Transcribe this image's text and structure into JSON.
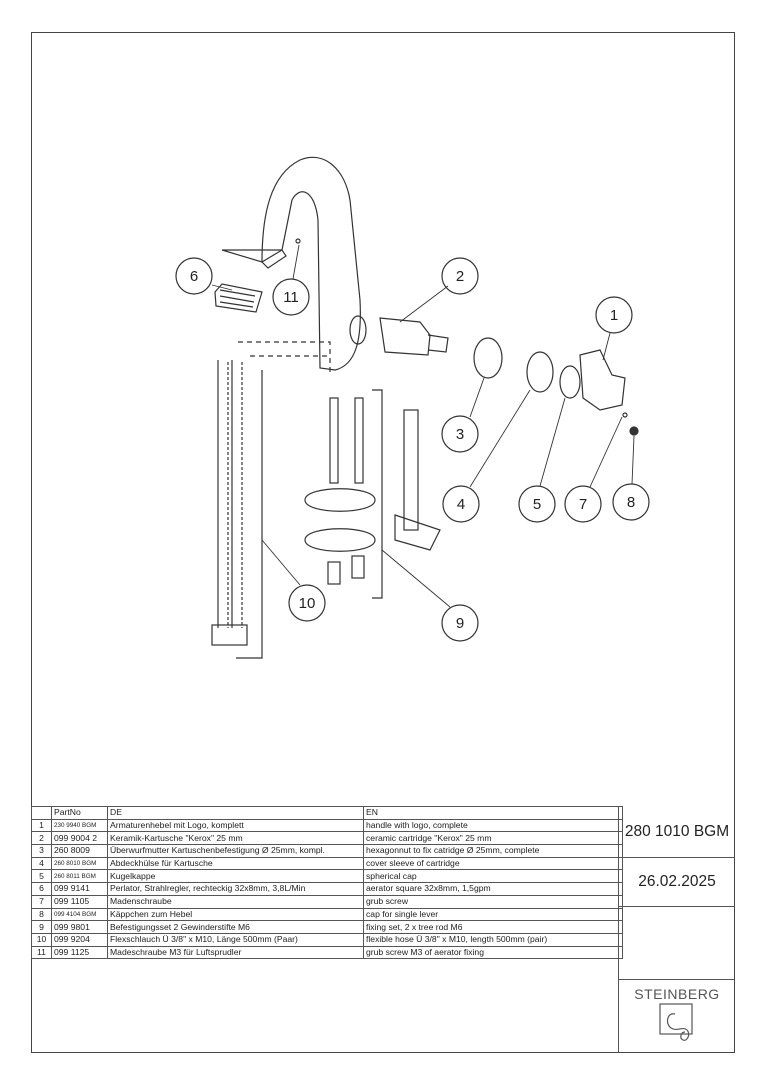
{
  "callouts": [
    "1",
    "2",
    "3",
    "4",
    "5",
    "6",
    "7",
    "8",
    "9",
    "10",
    "11"
  ],
  "table": {
    "headers": {
      "num": "",
      "partno": "PartNo",
      "de": "DE",
      "en": "EN"
    },
    "rows": [
      {
        "num": "1",
        "partno": "230 9940 BGM",
        "de": "Armaturenhebel mit Logo, komplett",
        "en": "handle with logo, complete"
      },
      {
        "num": "2",
        "partno": "099 9004 2",
        "de": "Keramik-Kartusche \"Kerox\" 25 mm",
        "en": "ceramic cartridge \"Kerox\" 25 mm"
      },
      {
        "num": "3",
        "partno": "260 8009",
        "de": "Überwurfmutter Kartuschenbefestigung Ø 25mm, kompl.",
        "en": "hexagonnut to fix catridge Ø 25mm, complete"
      },
      {
        "num": "4",
        "partno": "260 8010 BGM",
        "de": "Abdeckhülse für Kartusche",
        "en": "cover  sleeve of cartridge"
      },
      {
        "num": "5",
        "partno": "260 8011 BGM",
        "de": "Kugelkappe",
        "en": "spherical cap"
      },
      {
        "num": "6",
        "partno": "099 9141",
        "de": "Perlator, Strahlregler, rechteckig 32x8mm, 3,8L/Min",
        "en": "aerator square 32x8mm, 1,5gpm"
      },
      {
        "num": "7",
        "partno": "099 1105",
        "de": "Madenschraube",
        "en": "grub screw"
      },
      {
        "num": "8",
        "partno": "099 4104 BGM",
        "de": "Käppchen zum Hebel",
        "en": "cap for single lever"
      },
      {
        "num": "9",
        "partno": "099 9801",
        "de": "Befestigungsset 2 Gewinderstifte M6",
        "en": "fixing set, 2 x tree rod M6"
      },
      {
        "num": "10",
        "partno": "099 9204",
        "de": "Flexschlauch Ü 3/8\" x M10, Länge 500mm (Paar)",
        "en": "flexible hose Ü 3/8\" x M10, length 500mm (pair)"
      },
      {
        "num": "11",
        "partno": "099 1125",
        "de": "Madeschraube M3 für Luftsprudler",
        "en": "grub screw M3 of aerator fixing"
      }
    ]
  },
  "title_block": {
    "article": "280 1010 BGM",
    "date": "26.02.2025",
    "brand": "STEINBERG"
  }
}
